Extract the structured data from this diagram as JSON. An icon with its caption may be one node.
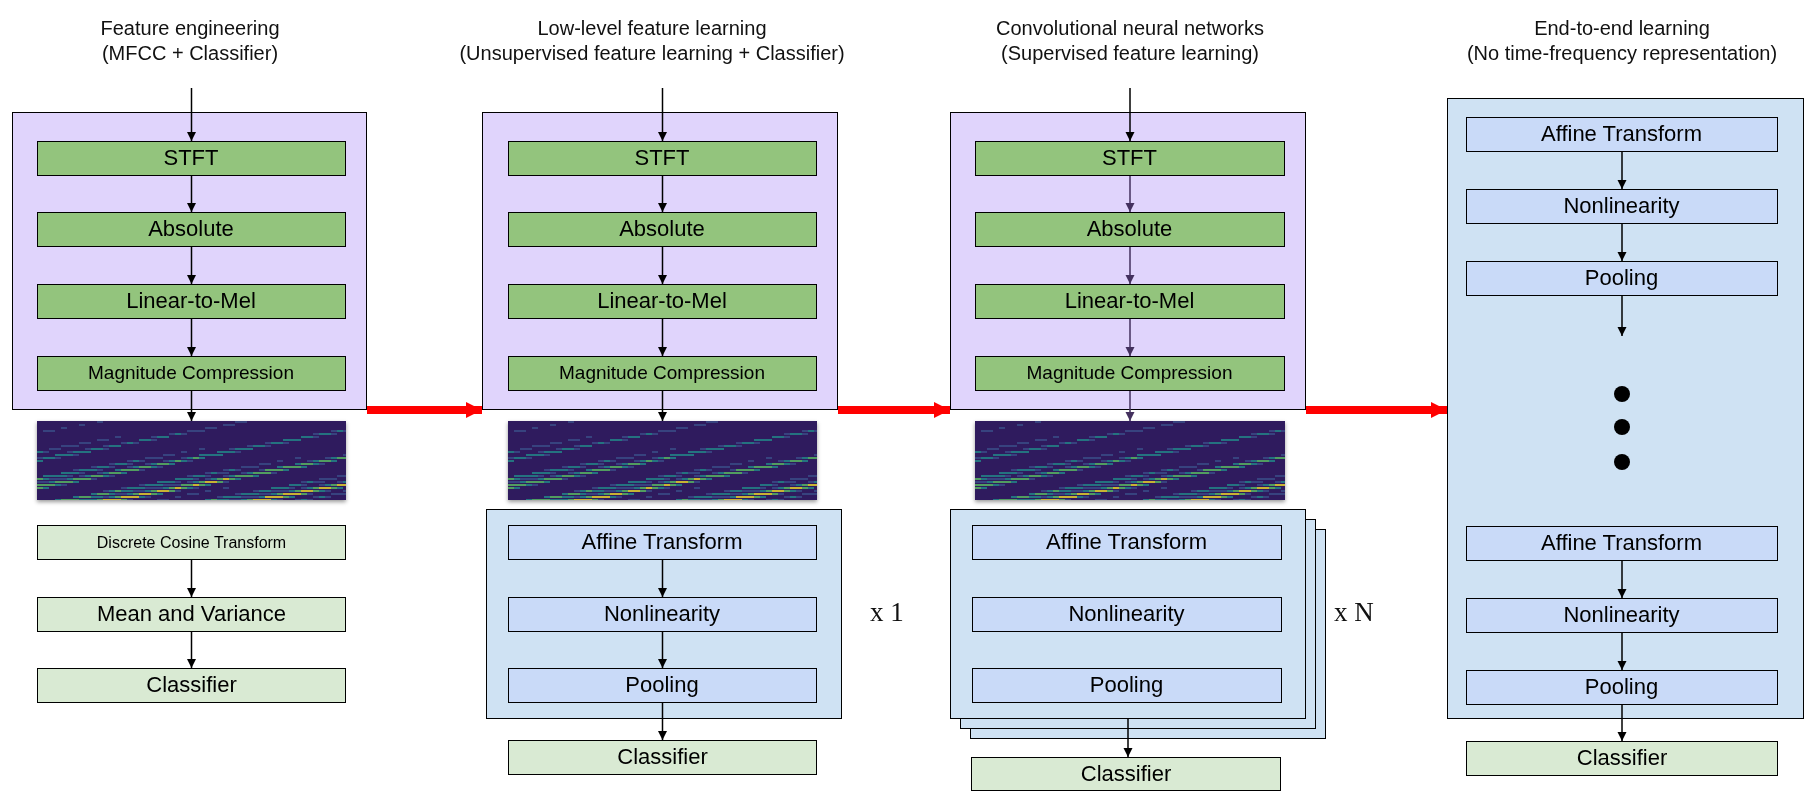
{
  "diagram": {
    "nodes": [
      {
        "text": [],
        "shape": "box"
      },
      {
        "text": [
          "STFT"
        ],
        "in": 0
      },
      {
        "text": [
          "Absolute"
        ],
        "in": 0
      },
      {
        "text": [
          "Linear-to-Mel"
        ],
        "in": 0
      },
      {
        "text": [
          "Magnitude Compression"
        ],
        "in": 0
      },
      {
        "text": [],
        "shape": "picture"
      },
      {
        "text": [
          "Discrete Cosine Transform"
        ]
      },
      {
        "text": [
          "Mean and Variance"
        ]
      },
      {
        "text": [
          "Classifier"
        ]
      },
      {
        "text": [],
        "shape": "box"
      },
      {
        "text": [
          "STFT"
        ],
        "in": 9
      },
      {
        "text": [
          "Absolute"
        ],
        "in": 9
      },
      {
        "text": [
          "Linear-to-Mel"
        ],
        "in": 9
      },
      {
        "text": [
          "Magnitude Compression"
        ],
        "in": 9
      },
      {
        "text": [],
        "shape": "picture"
      },
      {
        "text": [],
        "shape": "box",
        "beside": [
          "x 1"
        ]
      },
      {
        "text": [
          "Affine Transform"
        ],
        "in": 15
      },
      {
        "text": [
          "Nonlinearity"
        ],
        "in": 15
      },
      {
        "text": [
          "Pooling"
        ],
        "in": 15
      },
      {
        "text": [
          "Classifier"
        ]
      },
      {
        "text": [],
        "shape": "box"
      },
      {
        "text": [
          "STFT"
        ],
        "in": 20
      },
      {
        "text": [
          "Absolute"
        ],
        "in": 20
      },
      {
        "text": [
          "Linear-to-Mel"
        ],
        "in": 20
      },
      {
        "text": [
          "Magnitude Compression"
        ],
        "in": 20
      },
      {
        "text": [],
        "shape": "picture"
      },
      {
        "text": [],
        "shape": "box",
        "beside": [
          "x N"
        ]
      },
      {
        "text": [
          "Affine Transform"
        ],
        "in": 26
      },
      {
        "text": [
          "Nonlinearity"
        ],
        "in": 26
      },
      {
        "text": [
          "Pooling"
        ],
        "in": 26
      },
      {
        "text": [
          "Classifier"
        ]
      },
      {
        "text": [],
        "shape": "box"
      },
      {
        "text": [
          "Affine Transform"
        ],
        "in": 31
      },
      {
        "text": [
          "Nonlinearity"
        ],
        "in": 31
      },
      {
        "text": [
          "Pooling"
        ],
        "in": 31
      },
      {
        "text": [
          "Affine Transform"
        ],
        "in": 31
      },
      {
        "text": [
          "Nonlinearity"
        ],
        "in": 31
      },
      {
        "text": [
          "Pooling"
        ],
        "in": 31
      },
      {
        "text": [
          "Classifier"
        ]
      }
    ],
    "edges": [
      {
        "from": null,
        "to": 1,
        "arrow": "to"
      },
      {
        "from": 1,
        "to": 2,
        "arrow": "to"
      },
      {
        "from": 2,
        "to": 3,
        "arrow": "to"
      },
      {
        "from": 3,
        "to": 4,
        "arrow": "to"
      },
      {
        "from": 4,
        "to": 5,
        "arrow": "to"
      },
      {
        "from": 6,
        "to": 7,
        "arrow": "to"
      },
      {
        "from": 7,
        "to": 8,
        "arrow": "to"
      },
      {
        "from": null,
        "to": 10,
        "arrow": "to"
      },
      {
        "from": 10,
        "to": 11,
        "arrow": "to"
      },
      {
        "from": 11,
        "to": 12,
        "arrow": "to"
      },
      {
        "from": 12,
        "to": 13,
        "arrow": "to"
      },
      {
        "from": 13,
        "to": 14,
        "arrow": "to"
      },
      {
        "from": 16,
        "to": 17,
        "arrow": "to"
      },
      {
        "from": 17,
        "to": 18,
        "arrow": "to"
      },
      {
        "from": 18,
        "to": 19,
        "arrow": "to"
      },
      {
        "from": null,
        "to": 21,
        "arrow": "to"
      },
      {
        "from": 21,
        "to": 22,
        "arrow": "to",
        "color": "#43305e"
      },
      {
        "from": 22,
        "to": 23,
        "arrow": "to",
        "color": "#43305e"
      },
      {
        "from": 23,
        "to": 24,
        "arrow": "to",
        "color": "#43305e"
      },
      {
        "from": 24,
        "to": 25,
        "arrow": "to",
        "color": "#43305e"
      },
      {
        "from": 26,
        "to": 30,
        "arrow": "to"
      },
      {
        "from": 32,
        "to": 33,
        "arrow": "to"
      },
      {
        "from": 33,
        "to": 34,
        "arrow": "to"
      },
      {
        "from": 34,
        "to": null,
        "arrow": "to"
      },
      {
        "from": 35,
        "to": 36,
        "arrow": "to"
      },
      {
        "from": 36,
        "to": 37,
        "arrow": "to"
      },
      {
        "from": 37,
        "to": 38,
        "arrow": "to"
      },
      {
        "from": 0,
        "to": 9,
        "arrow": "to",
        "style": "thick",
        "color": "#ff0000"
      },
      {
        "from": 9,
        "to": 20,
        "arrow": "to",
        "style": "thick",
        "color": "#ff0000"
      },
      {
        "from": 20,
        "to": 31,
        "arrow": "to",
        "style": "thick",
        "color": "#ff0000"
      }
    ],
    "labels": [
      "Feature engineering (MFCC + Classifier)",
      "Low-level feature learning (Unsupervised feature learning + Classifier)",
      "Convolutional neural networks (Supervised feature learning)",
      "End-to-end learning (No time-frequency representation)"
    ]
  }
}
